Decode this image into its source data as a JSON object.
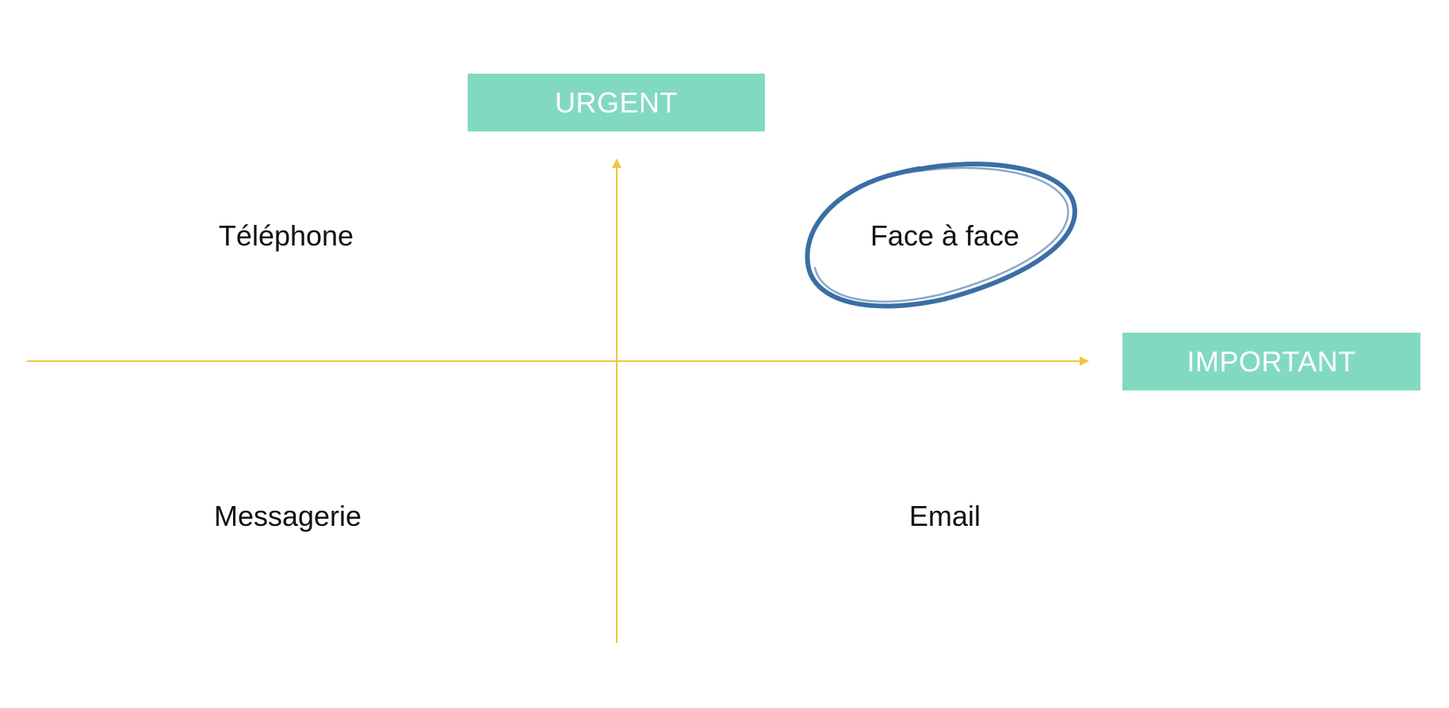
{
  "colors": {
    "axis": "#F6C244",
    "label_box": "#82D9C1",
    "highlight_circle": "#3A6EA5"
  },
  "axes": {
    "vertical_label": "URGENT",
    "horizontal_label": "IMPORTANT"
  },
  "quadrants": {
    "top_left": "Téléphone",
    "top_right": "Face à face",
    "bottom_left": "Messagerie",
    "bottom_right": "Email"
  },
  "highlighted_quadrant": "top_right"
}
